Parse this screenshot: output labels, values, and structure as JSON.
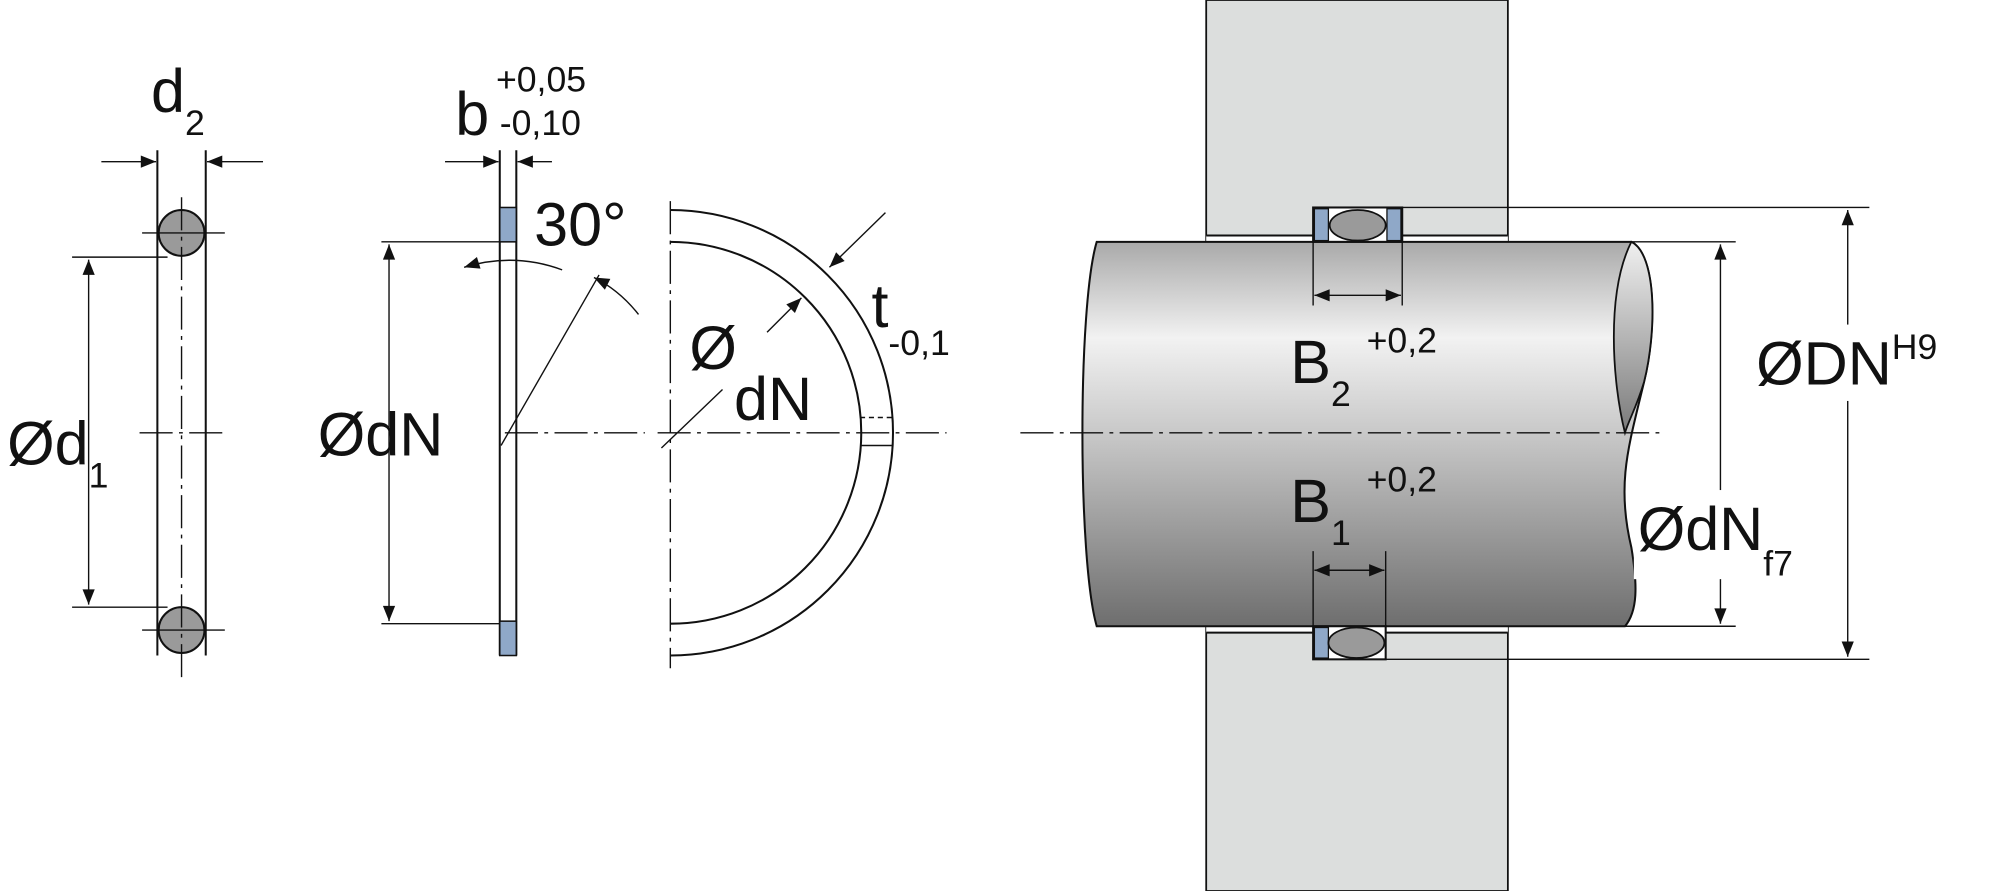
{
  "colors": {
    "seal_blue": "#8fa8c8",
    "oring_gray": "#9a9a9a",
    "housing": "#dcdedd",
    "line": "#111111"
  },
  "oring_view": {
    "dia": "Ø",
    "d1": "d",
    "d1_sub": "1",
    "d2": "d",
    "d2_sub": "2"
  },
  "washer_view": {
    "dia": "Ø",
    "dN": "dN",
    "b": "b",
    "b_upper_tol": "+0,05",
    "b_lower_tol": "-0,10",
    "angle": "30°"
  },
  "ring_view": {
    "dia": "Ø",
    "dN": "dN",
    "t": "t",
    "t_tol": "-0,1"
  },
  "installation_view": {
    "B2": "B",
    "B2_sub": "2",
    "B2_tol": "+0,2",
    "B1": "B",
    "B1_sub": "1",
    "B1_tol": "+0,2",
    "dia": "Ø",
    "DN": "DN",
    "DN_fit": "H9",
    "dN": "dN",
    "dN_fit": "f7"
  }
}
